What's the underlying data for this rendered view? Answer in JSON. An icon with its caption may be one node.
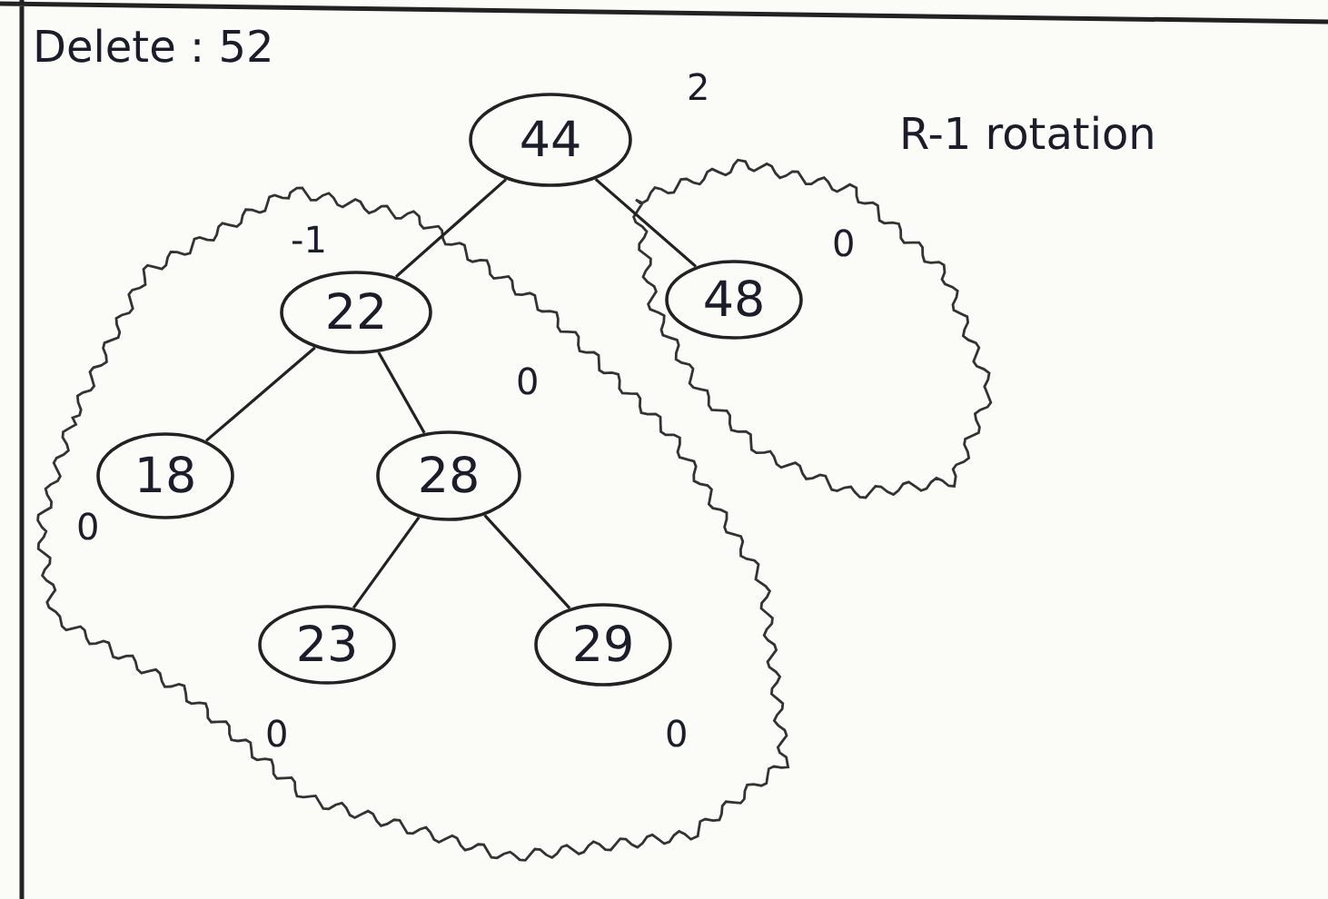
{
  "diagram": {
    "nodes": [
      {
        "text": [
          "44"
        ],
        "beside": [
          "2"
        ]
      },
      {
        "text": [
          "22"
        ],
        "beside": [
          "-1"
        ]
      },
      {
        "text": [
          "48"
        ],
        "beside": [
          "0"
        ]
      },
      {
        "text": [
          "18"
        ],
        "beside": [
          "0"
        ]
      },
      {
        "text": [
          "28"
        ],
        "beside": [
          "0"
        ]
      },
      {
        "text": [
          "23"
        ],
        "beside": [
          "0"
        ]
      },
      {
        "text": [
          "29"
        ],
        "beside": [
          "0"
        ]
      }
    ],
    "edges": [
      {
        "from": 0,
        "to": 1,
        "arrow": "none"
      },
      {
        "from": 0,
        "to": 2,
        "arrow": "none"
      },
      {
        "from": 1,
        "to": 3,
        "arrow": "none"
      },
      {
        "from": 1,
        "to": 4,
        "arrow": "none"
      },
      {
        "from": 4,
        "to": 5,
        "arrow": "none"
      },
      {
        "from": 4,
        "to": 6,
        "arrow": "none"
      }
    ],
    "labels": [
      "Delete : 52",
      "R-1 rotation"
    ]
  }
}
